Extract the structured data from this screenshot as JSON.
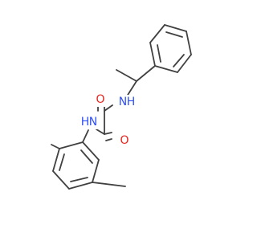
{
  "molecule": {
    "colors": {
      "bond": "#404040",
      "oxygen": "#e8221b",
      "nitrogen": "#2f50f8"
    },
    "atoms": {
      "o_top": "O",
      "nh_top": "H",
      "n_top": "N",
      "nh_bottom": "H",
      "n_bottom": "N",
      "o_bottom": "O"
    }
  }
}
